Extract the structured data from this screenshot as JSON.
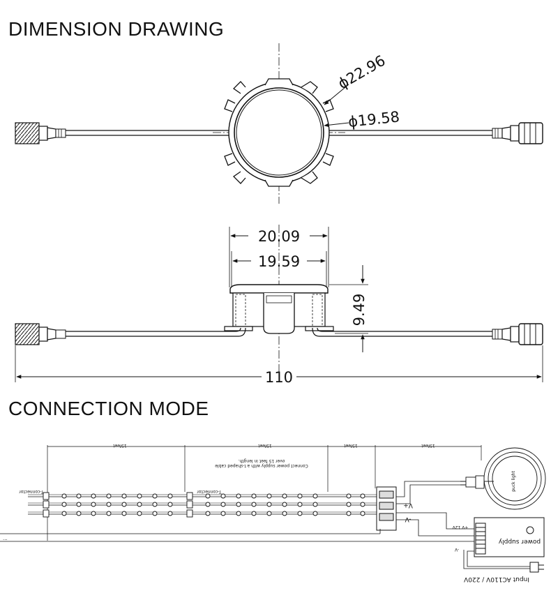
{
  "headings": {
    "dimension": "DIMENSION DRAWING",
    "connection": "CONNECTION MODE"
  },
  "top_view": {
    "outer_diameter": "ϕ22.96",
    "inner_diameter": "ϕ19.58"
  },
  "side_view": {
    "outer_width": "20.09",
    "inner_width": "19.59",
    "height": "9.49",
    "total_length": "110"
  },
  "wiring": {
    "seg1": "15feet",
    "seg2": "15feet",
    "seg3": "15feet",
    "seg4": "15feet",
    "note_line1": "Connect power supply with a t-shaped cable",
    "note_line2": "over 15 feet in length.",
    "t_connector_1": "T-connector",
    "t_connector_2": "T-connector",
    "v_plus": "V+",
    "v_minus": "-V",
    "v12": "+V 12V",
    "v_minus2": "-V",
    "power_supply": "power supply",
    "input": "Input AC110V / 220V",
    "puck_light": "puck light",
    "dots": "..."
  }
}
